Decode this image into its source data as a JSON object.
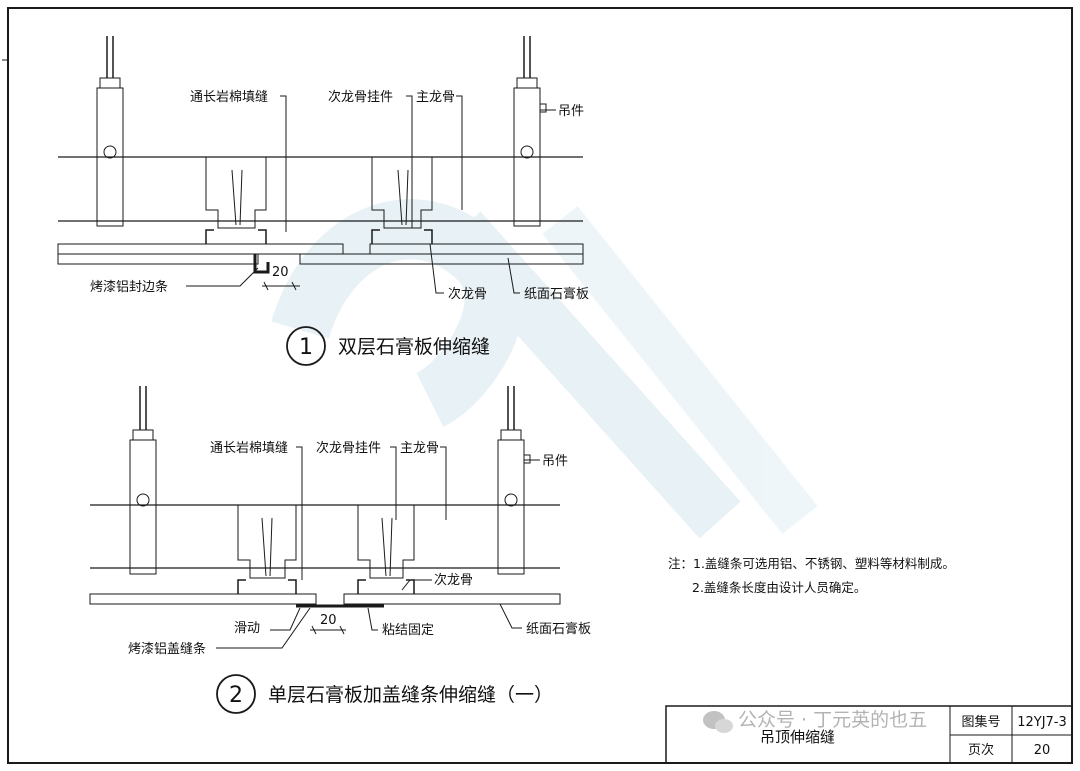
{
  "detail1": {
    "number": "1",
    "title": "双层石膏板伸缩缝",
    "labels": {
      "rockwool": "通长岩棉填缝",
      "runner_clip": "次龙骨挂件",
      "main_runner": "主龙骨",
      "hanger": "吊件",
      "edge_strip": "烤漆铝封边条",
      "secondary_runner": "次龙骨",
      "gypsum_board": "纸面石膏板",
      "gap": "20"
    }
  },
  "detail2": {
    "number": "2",
    "title": "单层石膏板加盖缝条伸缩缝（一）",
    "labels": {
      "rockwool": "通长岩棉填缝",
      "runner_clip": "次龙骨挂件",
      "main_runner": "主龙骨",
      "hanger": "吊件",
      "secondary_runner": "次龙骨",
      "sliding": "滑动",
      "bonded": "粘结固定",
      "cover_strip": "烤漆铝盖缝条",
      "gypsum_board": "纸面石膏板",
      "gap": "20"
    }
  },
  "notes": {
    "line1": "注：1.盖缝条可选用铝、不锈钢、塑料等材料制成。",
    "line2": "2.盖缝条长度由设计人员确定。"
  },
  "title_block": {
    "drawing_title": "吊顶伸缩缝",
    "atlas_label": "图集号",
    "atlas_value": "12YJ7-3",
    "page_label": "页次",
    "page_value": "20"
  },
  "watermark": "公众号 · 丁元英的也五"
}
